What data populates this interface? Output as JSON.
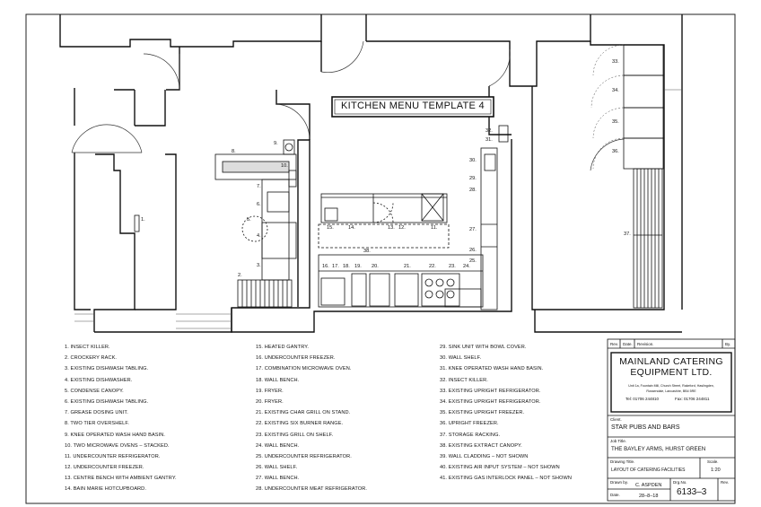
{
  "drawing": {
    "title_banner": "KITCHEN MENU TEMPLATE 4"
  },
  "legend": {
    "col1": [
      "1.  INSECT KILLER.",
      "2.  CROCKERY RACK.",
      "3.  EXISTING DISHWASH TABLING.",
      "4.  EXISTING DISHWASHER.",
      "5.  CONDENSE CANOPY.",
      "6.  EXISTING DISHWASH TABLING.",
      "7.  GREASE DOSING UNIT.",
      "8.  TWO TIER OVERSHELF.",
      "9.  KNEE OPERATED WASH HAND BASIN.",
      "10.  TWO MICROWAVE OVENS – STACKED.",
      "11.  UNDERCOUNTER REFRIGERATOR.",
      "12.  UNDERCOUNTER FREEZER.",
      "13.  CENTRE BENCH WITH AMBIENT GANTRY.",
      "14.  BAIN MARIE HOTCUPBOARD."
    ],
    "col2": [
      "15.  HEATED GANTRY.",
      "16.  UNDERCOUNTER FREEZER.",
      "17.  COMBINATION MICROWAVE OVEN.",
      "18.  WALL BENCH.",
      "19.  FRYER.",
      "20.  FRYER.",
      "21.  EXISTING CHAR GRILL ON STAND.",
      "22.  EXISTING SIX BURNER RANGE.",
      "23.  EXISTING GRILL ON SHELF.",
      "24.  WALL BENCH.",
      "25.  UNDERCOUNTER REFRIGERATOR.",
      "26.  WALL SHELF.",
      "27.  WALL BENCH.",
      "28.  UNDERCOUNTER MEAT REFRIGERATOR."
    ],
    "col3": [
      "29.  SINK UNIT WITH BOWL COVER.",
      "30.  WALL SHELF.",
      "31.  KNEE OPERATED WASH HAND BASIN.",
      "32.  INSECT KILLER.",
      "33.  EXISTING UPRIGHT REFRIGERATOR.",
      "34.  EXISTING UPRIGHT REFRIGERATOR.",
      "35.  EXISTING UPRIGHT FREEZER.",
      "36.  UPRIGHT FREEZER.",
      "37.  STORAGE RACKING.",
      "38.  EXISTING EXTRACT CANOPY.",
      "39.  WALL CLADDING – NOT SHOWN",
      "40.  EXISTING AIR INPUT SYSTEM – NOT SHOWN",
      "41.  EXISTING GAS INTERLOCK PANEL – NOT SHOWN"
    ]
  },
  "title_block": {
    "rev_header": [
      "Rev.",
      "Date.",
      "Revision.",
      "By."
    ],
    "company_name_line1": "MAINLAND CATERING",
    "company_name_line2": "EQUIPMENT LTD.",
    "address_line1": "Unit 1a, Fountain Mill, Church Street, Rakeford, Haslingden,",
    "address_line2": "Rossendale, Lancashire, BB4 5RE",
    "phone": "Tel: 01706 244810",
    "fax": "Fax: 01706 244811",
    "client_label": "Client.",
    "client": "STAR PUBS AND BARS",
    "job_title_label": "Job Title.",
    "job_title": "THE BAYLEY ARMS, HURST GREEN",
    "drawing_title_label": "Drawing Title.",
    "drawing_title": "LAYOUT OF CATERING FACILITIES",
    "scale_label": "Scale.",
    "scale": "1:20",
    "drawn_by_label": "Drawn by.",
    "drawn_by": "C. ASPDEN",
    "dwg_no_label": "Drg.No.",
    "dwg_no": "6133–3",
    "rev_label": "Rev.",
    "date_label": "Date.",
    "date": "28–8–18"
  },
  "plan_labels": {
    "n1": "1.",
    "n2": "2.",
    "n3": "3.",
    "n4": "4.",
    "n5": "5.",
    "n6": "6.",
    "n7": "7.",
    "n8": "8.",
    "n9": "9.",
    "n10": "10.",
    "n11": "11.",
    "n12": "12.",
    "n13": "13.",
    "n14": "14.",
    "n15": "15.",
    "n16": "16.",
    "n17": "17.",
    "n18": "18.",
    "n19": "19.",
    "n20": "20.",
    "n21": "21.",
    "n22": "22.",
    "n23": "23.",
    "n24": "24.",
    "n25": "25.",
    "n26": "26.",
    "n27": "27.",
    "n28": "28.",
    "n29": "29.",
    "n30": "30.",
    "n31": "31.",
    "n32": "32.",
    "n33": "33.",
    "n34": "34.",
    "n35": "35.",
    "n36": "36.",
    "n37": "37.",
    "n38": "38."
  }
}
